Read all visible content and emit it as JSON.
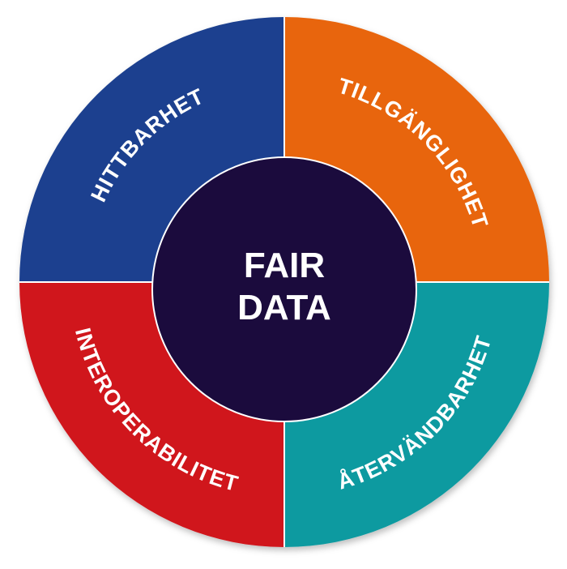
{
  "diagram": {
    "center": {
      "line1": "FAIR",
      "line2": "DATA",
      "color": "#1b0b3d"
    },
    "segments": [
      {
        "label": "HITTBARHET",
        "color": "#1a3f8f"
      },
      {
        "label": "TILLGÄNGLIGHET",
        "color": "#e8650a"
      },
      {
        "label": "ÅTERVÄNDBARHET",
        "color": "#0f9aa0"
      },
      {
        "label": "INTEROPERABILITET",
        "color": "#d0131b"
      }
    ]
  }
}
